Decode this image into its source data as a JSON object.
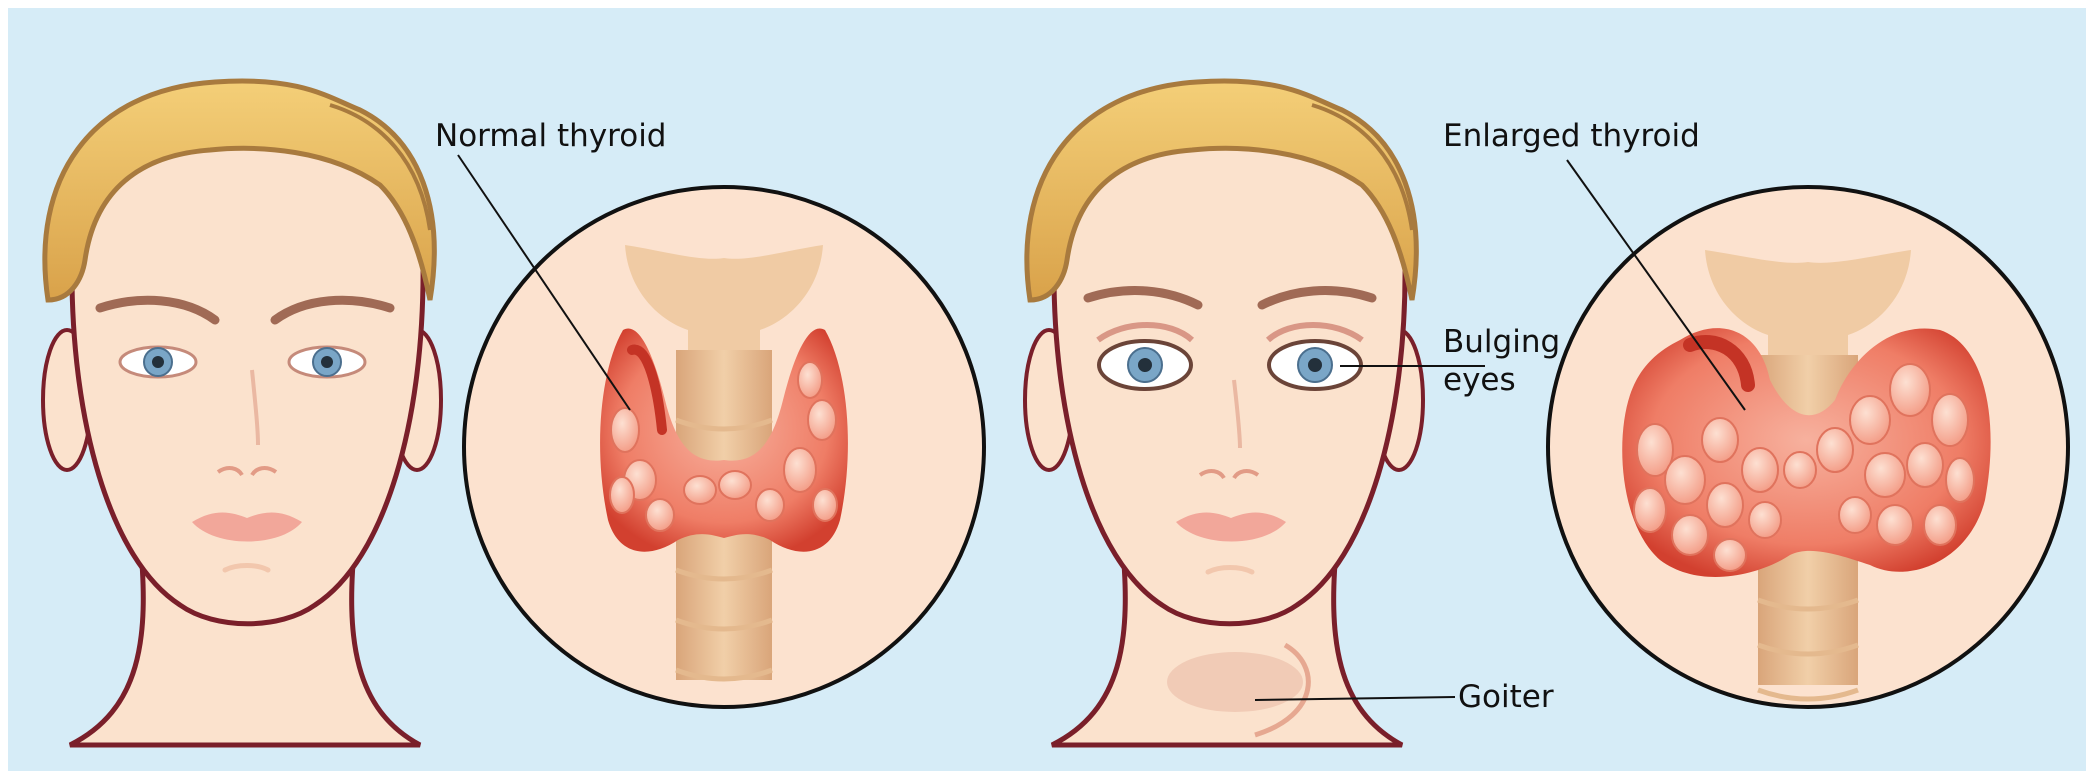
{
  "labels": {
    "normal_thyroid": "Normal thyroid",
    "enlarged_thyroid": "Enlarged thyroid",
    "bulging_line1": "Bulging",
    "bulging_line2": "eyes",
    "goiter": "Goiter"
  },
  "colors": {
    "background": "#d6ecf7",
    "skin": "#fbe2cd",
    "skin_outline": "#7a1f2a",
    "hair": "#efc062",
    "hair_shadow": "#a87a3e",
    "iris": "#7aa6c7",
    "lips": "#f2a79a",
    "thyroid": "#f08a75",
    "thyroid_dark": "#d94b3a",
    "trachea": "#ebc59e",
    "circle_fill": "#fce2cf",
    "line": "#111111"
  }
}
